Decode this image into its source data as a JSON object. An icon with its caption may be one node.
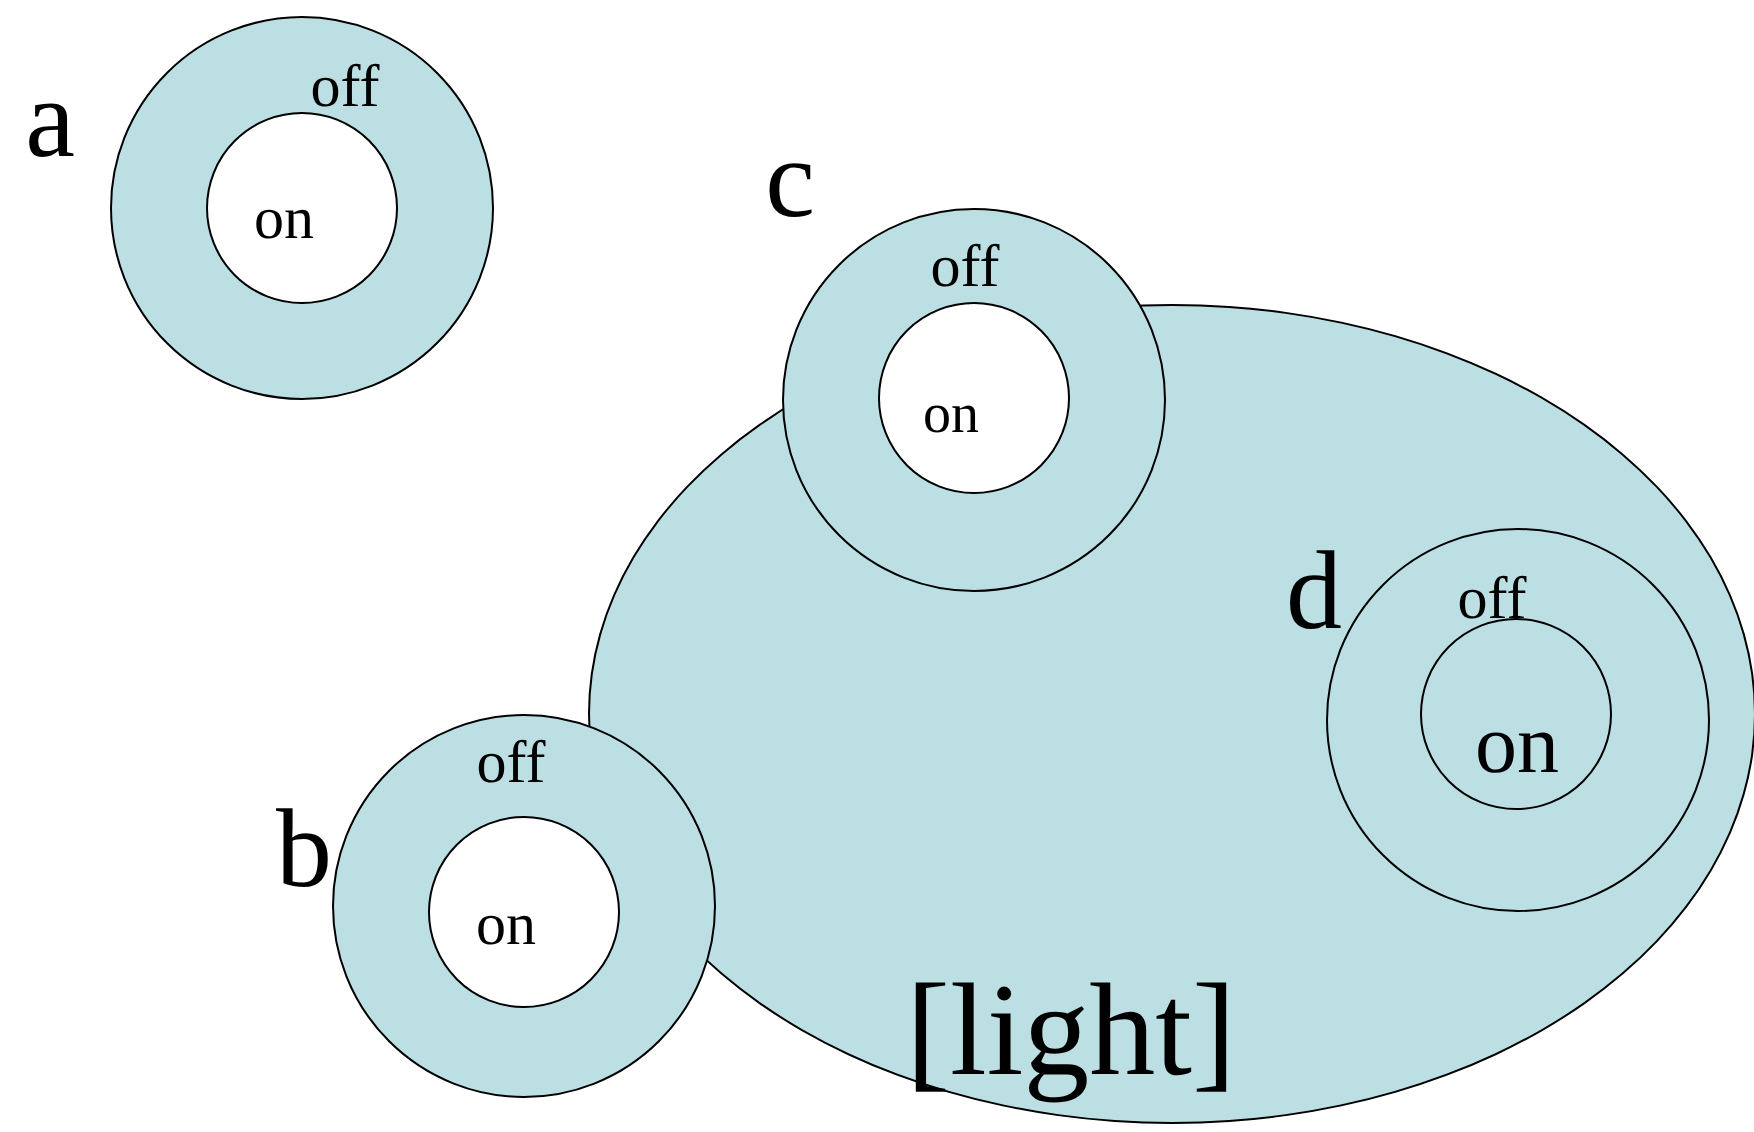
{
  "diagram": {
    "nodes": [
      {
        "text": [
          "[light]"
        ]
      },
      {
        "text": [
          "off"
        ],
        "beside": [
          "a"
        ]
      },
      {
        "text": [
          "on"
        ],
        "in": 1
      },
      {
        "text": [
          "off"
        ],
        "beside": [
          "c"
        ]
      },
      {
        "text": [
          "on"
        ]
      },
      {
        "text": [
          "off"
        ],
        "beside": [
          "d"
        ],
        "in": 0
      },
      {
        "text": [
          "on"
        ],
        "in": 5
      },
      {
        "text": [
          "off"
        ],
        "beside": [
          "b"
        ]
      },
      {
        "text": [
          "on"
        ],
        "in": 7
      }
    ]
  }
}
